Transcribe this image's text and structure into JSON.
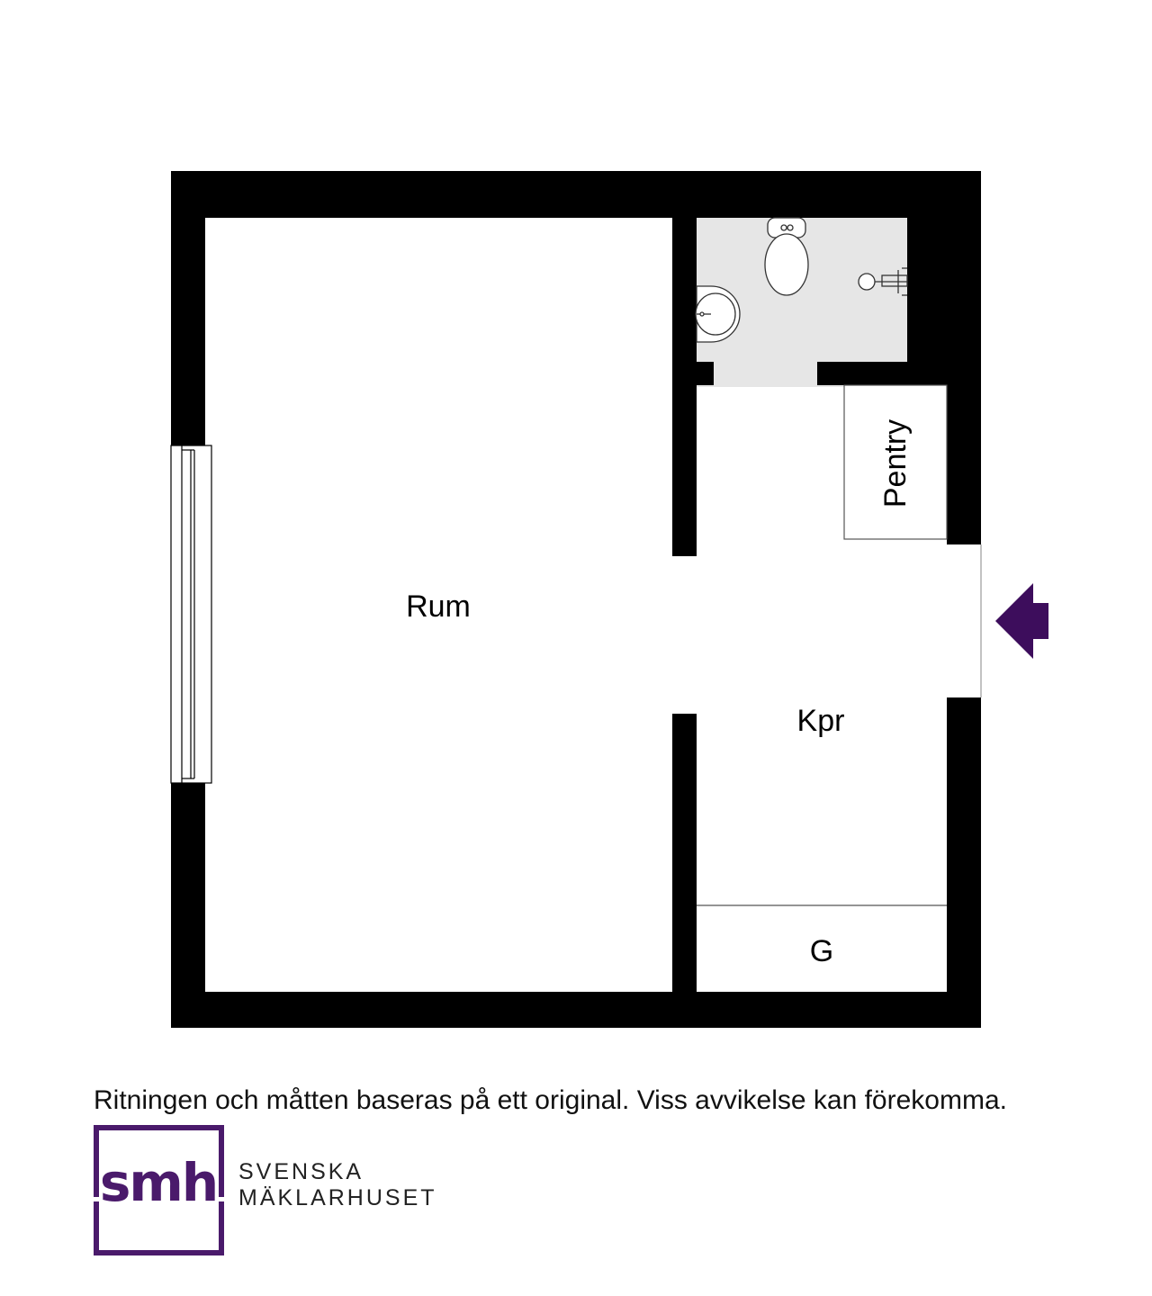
{
  "rooms": {
    "rum": "Rum",
    "kpr": "Kpr",
    "pentry": "Pentry",
    "garderob": "G"
  },
  "footer": {
    "disclaimer": "Ritningen och måtten baseras på ett original. Viss avvikelse kan förekomma."
  },
  "brand": {
    "logo_text": "smh",
    "line1": "SVENSKA",
    "line2": "MÄKLARHUSET"
  },
  "colors": {
    "wall": "#000000",
    "bathroom_floor": "#e6e6e6",
    "brand": "#4a1a6b",
    "entrance_arrow": "#3d0d5c"
  },
  "icons": {
    "entrance": "entrance-arrow-icon",
    "toilet": "toilet-icon",
    "sink": "sink-icon",
    "shower": "shower-icon"
  }
}
